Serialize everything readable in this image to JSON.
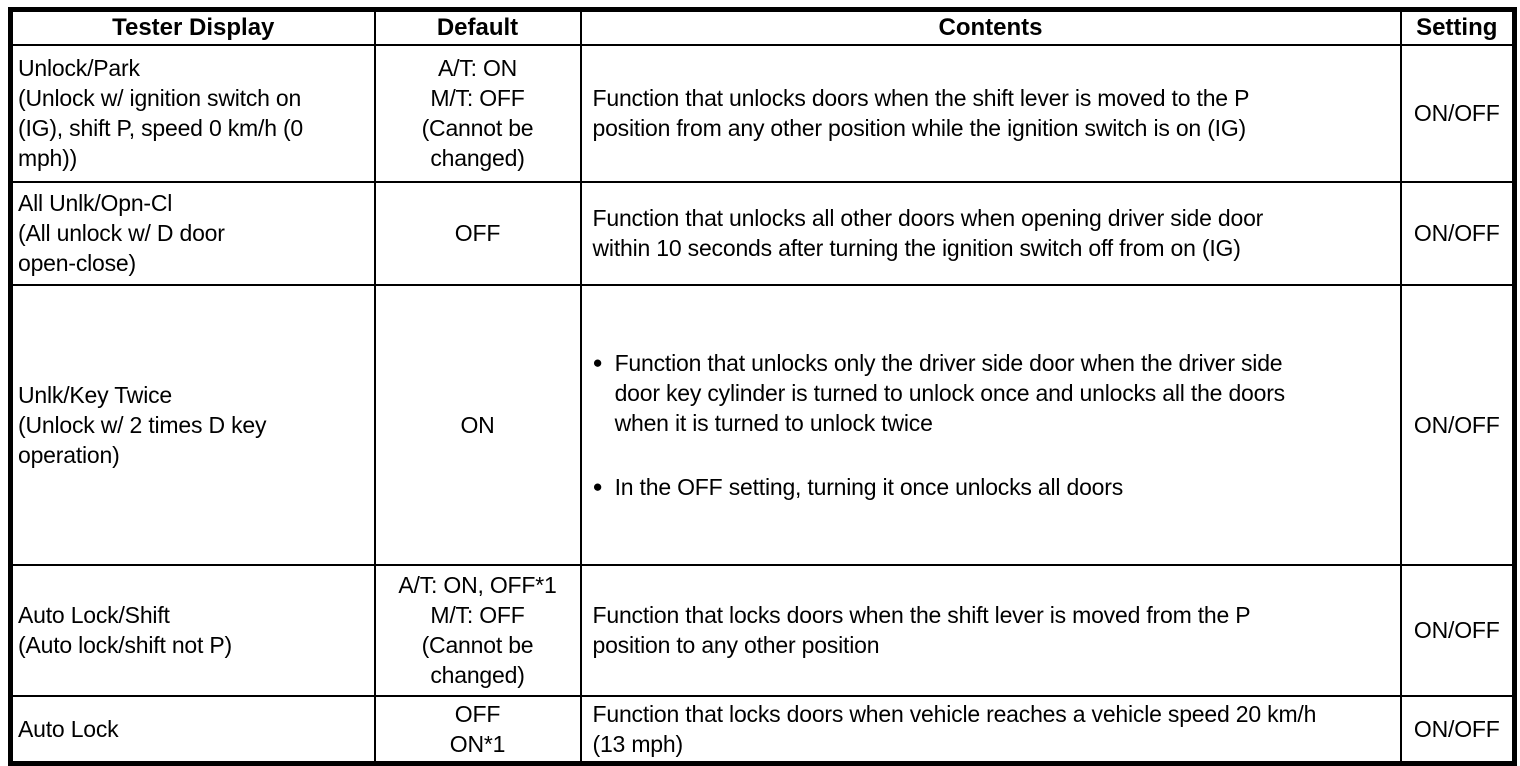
{
  "icons": {
    "bullet": "●"
  },
  "table": {
    "headers": [
      "Tester Display",
      "Default",
      "Contents",
      "Setting"
    ],
    "rows": [
      {
        "tester_display": "Unlock/Park\n(Unlock w/ ignition switch on\n(IG), shift P, speed 0 km/h (0\nmph))",
        "default": "A/T: ON\nM/T: OFF\n(Cannot be\nchanged)",
        "contents": "Function that unlocks doors when the shift lever is moved to the P\nposition from any other position while the ignition switch is on (IG)",
        "setting": "ON/OFF"
      },
      {
        "tester_display": "All Unlk/Opn-Cl\n(All unlock w/ D door\nopen-close)",
        "default": "OFF",
        "contents": "Function that unlocks all other doors when opening driver side door\nwithin 10 seconds after turning the ignition switch off from on (IG)",
        "setting": "ON/OFF"
      },
      {
        "tester_display": "Unlk/Key Twice\n(Unlock w/ 2 times D key\noperation)",
        "default": "ON",
        "contents_bullets": [
          "Function that unlocks only the driver side door when the driver side\ndoor key cylinder is turned to unlock once and unlocks all the doors\nwhen it is turned to unlock twice",
          "In the OFF setting, turning it once unlocks all doors"
        ],
        "setting": "ON/OFF"
      },
      {
        "tester_display": "Auto Lock/Shift\n(Auto lock/shift not P)",
        "default": "A/T: ON, OFF*1\nM/T: OFF\n(Cannot be\nchanged)",
        "contents": "Function that locks doors when the shift lever is moved from the P\nposition to any other position",
        "setting": "ON/OFF"
      },
      {
        "tester_display": "Auto Lock",
        "default": "OFF\nON*1",
        "contents": "Function that locks doors when vehicle reaches a vehicle speed 20 km/h\n(13 mph)",
        "setting": "ON/OFF"
      }
    ]
  }
}
